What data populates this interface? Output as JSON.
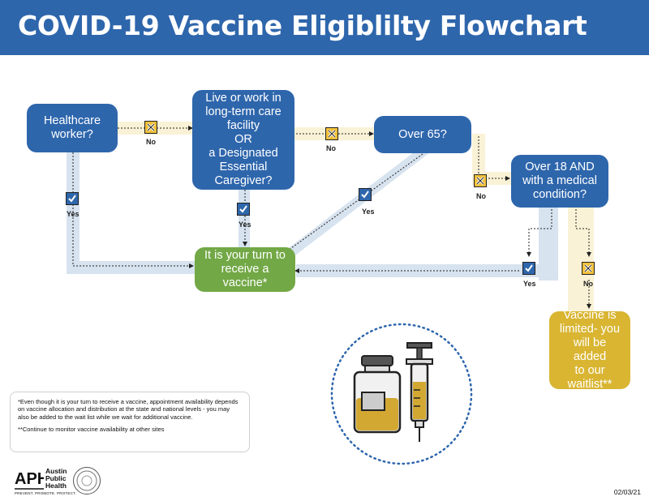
{
  "title": "COVID-19 Vaccine Eligiblilty Flowchart",
  "nodes": {
    "healthcare": [
      "Healthcare",
      "worker?"
    ],
    "ltc": [
      "Live or work in",
      "long-term care",
      "facility",
      "OR",
      "a Designated",
      "Essential",
      "Caregiver?"
    ],
    "over65": [
      "Over 65?"
    ],
    "over18": [
      "Over 18 AND",
      "with a medical",
      "condition?"
    ],
    "your_turn": [
      "It is your turn to",
      "receive a vaccine*"
    ],
    "waitlist": [
      "Vaccine is",
      "limited- you",
      "will be added",
      "to our",
      "waitlist**"
    ]
  },
  "labels": {
    "yes": "Yes",
    "no": "No"
  },
  "footnotes": {
    "note1": "*Even though it is your turn to receive a vaccine, appointment availability depends on vaccine allocation and distribution at the state and national levels - you may also be added to the wait list while we wait for additional vaccine.",
    "note2": "**Continue to monitor vaccine availability at other sites"
  },
  "footer": {
    "logo_mark": "APH",
    "org_lines": [
      "Austin",
      "Public",
      "Health"
    ],
    "tagline": "PREVENT. PROMOTE. PROTECT.",
    "date": "02/03/21"
  },
  "colors": {
    "blue": "#2e66ac",
    "green": "#72a846",
    "gold": "#d9b532",
    "no_box": "#f2c038",
    "path_blue": "#d7e3ef",
    "path_yellow": "#faf2d6"
  }
}
